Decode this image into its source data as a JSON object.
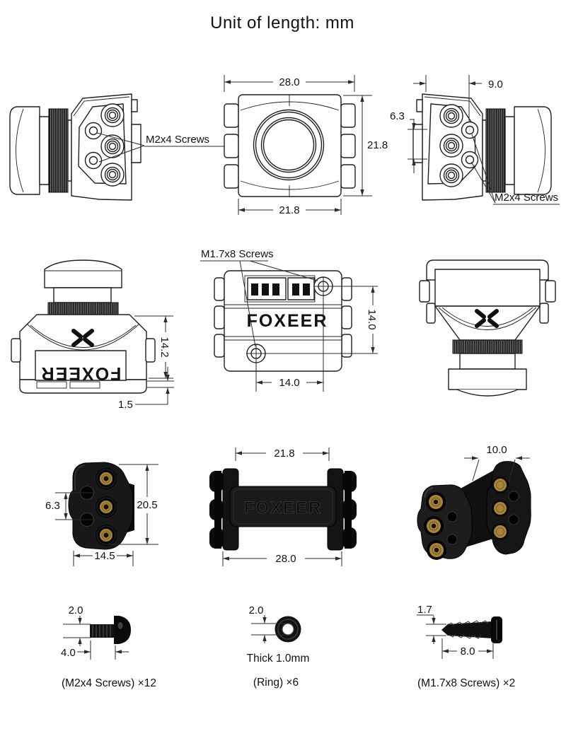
{
  "title": "Unit of length: mm",
  "brand": "FOXEER",
  "row1": {
    "side_left": {
      "screw_label": "M2x4 Screws"
    },
    "front": {
      "dim_overall_width": "28.0",
      "dim_height": "21.8",
      "dim_body_width": "21.8"
    },
    "side_right": {
      "dim_depth": "9.0",
      "dim_hole_spacing": "6.3",
      "screw_label": "M2x4 Screws"
    }
  },
  "row2": {
    "bottom_view": {
      "dim_height": "14.2",
      "dim_plate": "1.5"
    },
    "back_view": {
      "screw_label": "M1.7x8 Screws",
      "dim_hole_spacing_v": "14.0",
      "dim_hole_spacing_h": "14.0"
    }
  },
  "row3": {
    "bracket_side": {
      "dim_hole_spacing": "6.3",
      "dim_height": "20.5",
      "dim_width": "14.5"
    },
    "bracket_front": {
      "dim_inner_width": "21.8",
      "dim_outer_width": "28.0"
    },
    "bracket_iso": {
      "dim_depth": "10.0"
    }
  },
  "row4": {
    "screw_m2x4": {
      "dim_diameter": "2.0",
      "dim_length": "4.0",
      "caption": "(M2x4 Screws) ×12"
    },
    "ring": {
      "dim_inner_diameter": "2.0",
      "thickness_note": "Thick 1.0mm",
      "caption": "(Ring) ×6"
    },
    "screw_m17x8": {
      "dim_diameter": "1.7",
      "dim_length": "8.0",
      "caption": "(M1.7x8 Screws) ×2"
    }
  }
}
